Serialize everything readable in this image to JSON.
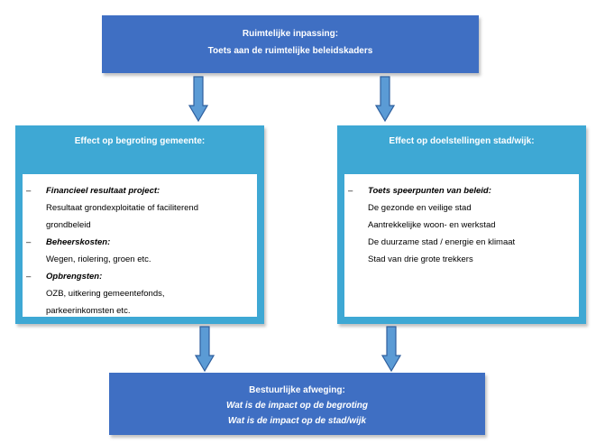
{
  "top": {
    "line1": "Ruimtelijke inpassing:",
    "line2": "Toets aan de ruimtelijke beleidskaders"
  },
  "left_panel": {
    "title": "Effect op begroting gemeente:",
    "items": [
      {
        "marker": "–",
        "heading": "Financieel resultaat project:",
        "lines": [
          "Resultaat grondexploitatie of faciliterend",
          "grondbeleid"
        ]
      },
      {
        "marker": "–",
        "heading": "Beheerskosten:",
        "lines": [
          "Wegen, riolering, groen etc."
        ]
      },
      {
        "marker": "–",
        "heading": "Opbrengsten:",
        "lines": [
          "OZB, uitkering gemeentefonds,",
          "parkeerinkomsten etc."
        ]
      }
    ]
  },
  "right_panel": {
    "title": "Effect op doelstellingen stad/wijk:",
    "items": [
      {
        "marker": "–",
        "heading": "Toets speerpunten van beleid:",
        "lines": [
          "De gezonde en veilige stad",
          "Aantrekkelijke woon- en werkstad",
          "De duurzame stad / energie en klimaat",
          "Stad van drie grote trekkers"
        ]
      }
    ]
  },
  "bottom": {
    "line1": "Bestuurlijke afweging:",
    "line2": "Wat is de impact op de begroting",
    "line3": "Wat is de impact op de stad/wijk"
  },
  "colors": {
    "box_blue": "#3f6fc3",
    "panel_teal": "#3ea8d4",
    "arrow_fill": "#5b9bd5",
    "arrow_stroke": "#2f5f9e"
  }
}
